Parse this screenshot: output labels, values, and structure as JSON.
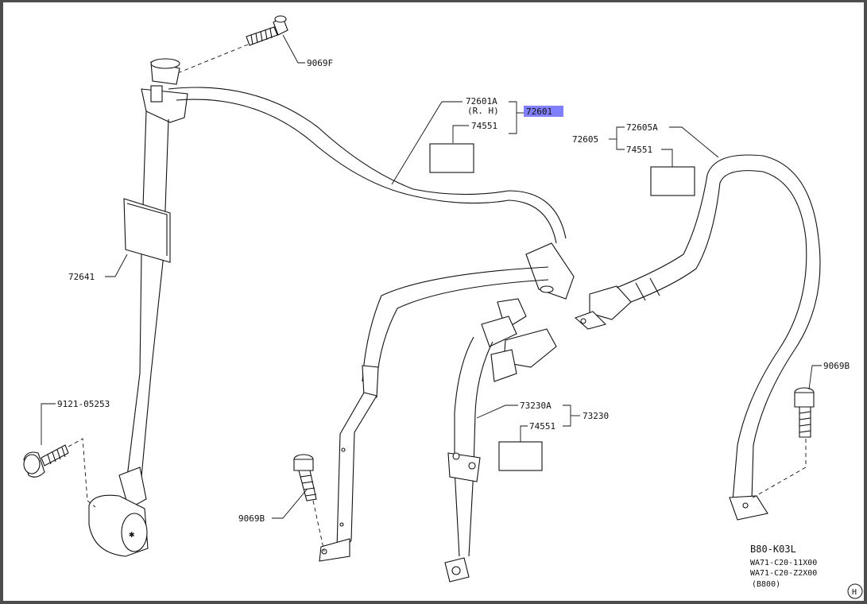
{
  "labels": {
    "bolt_top": "9069F",
    "belt_rh": "72601A",
    "belt_rh_side": "(R. H)",
    "belt_rh_label": "74551",
    "assembly_highlight": "72601",
    "belt_center_a": "72605A",
    "belt_center": "72605",
    "belt_center_label": "74551",
    "guide": "72641",
    "bolt_left": "9121-05253",
    "bolt_bottom_left": "9069B",
    "buckle_a": "73230A",
    "buckle": "73230",
    "buckle_label": "74551",
    "bolt_right": "9069B"
  },
  "reference": {
    "code": "B80-K03L",
    "model_1": "WA71-C20-11X00",
    "model_2": "WA71-C20-Z2X00",
    "model_3": "(B800)",
    "corner_mark": "H"
  },
  "colors": {
    "highlight": "#8080ff",
    "line": "#111111",
    "frame": "#4d4d4d"
  }
}
